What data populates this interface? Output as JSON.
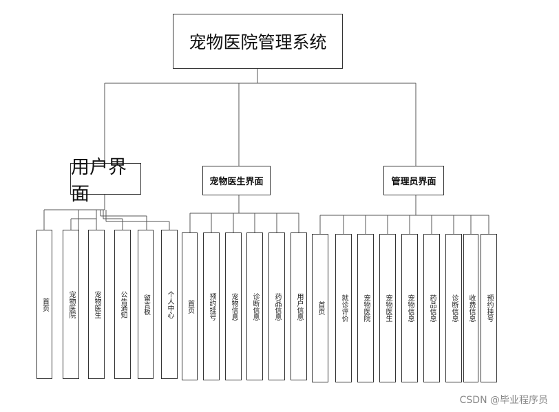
{
  "root": {
    "title": "宠物医院管理系统"
  },
  "sections": [
    {
      "title": "用户界面",
      "items": [
        "首页",
        "宠物医院",
        "宠物医生",
        "公告通知",
        "留言板",
        "个人中心"
      ]
    },
    {
      "title": "宠物医生界面",
      "items": [
        "首页",
        "预约挂号",
        "宠物信息",
        "诊断信息",
        "药品信息",
        "用户信息"
      ]
    },
    {
      "title": "管理员界面",
      "items": [
        "首页",
        "就诊评价",
        "宠物医院",
        "宠物医生",
        "宠物信息",
        "药品信息",
        "诊断信息",
        "收费信息",
        "预约挂号"
      ]
    }
  ],
  "watermark": "CSDN @毕业程序员"
}
